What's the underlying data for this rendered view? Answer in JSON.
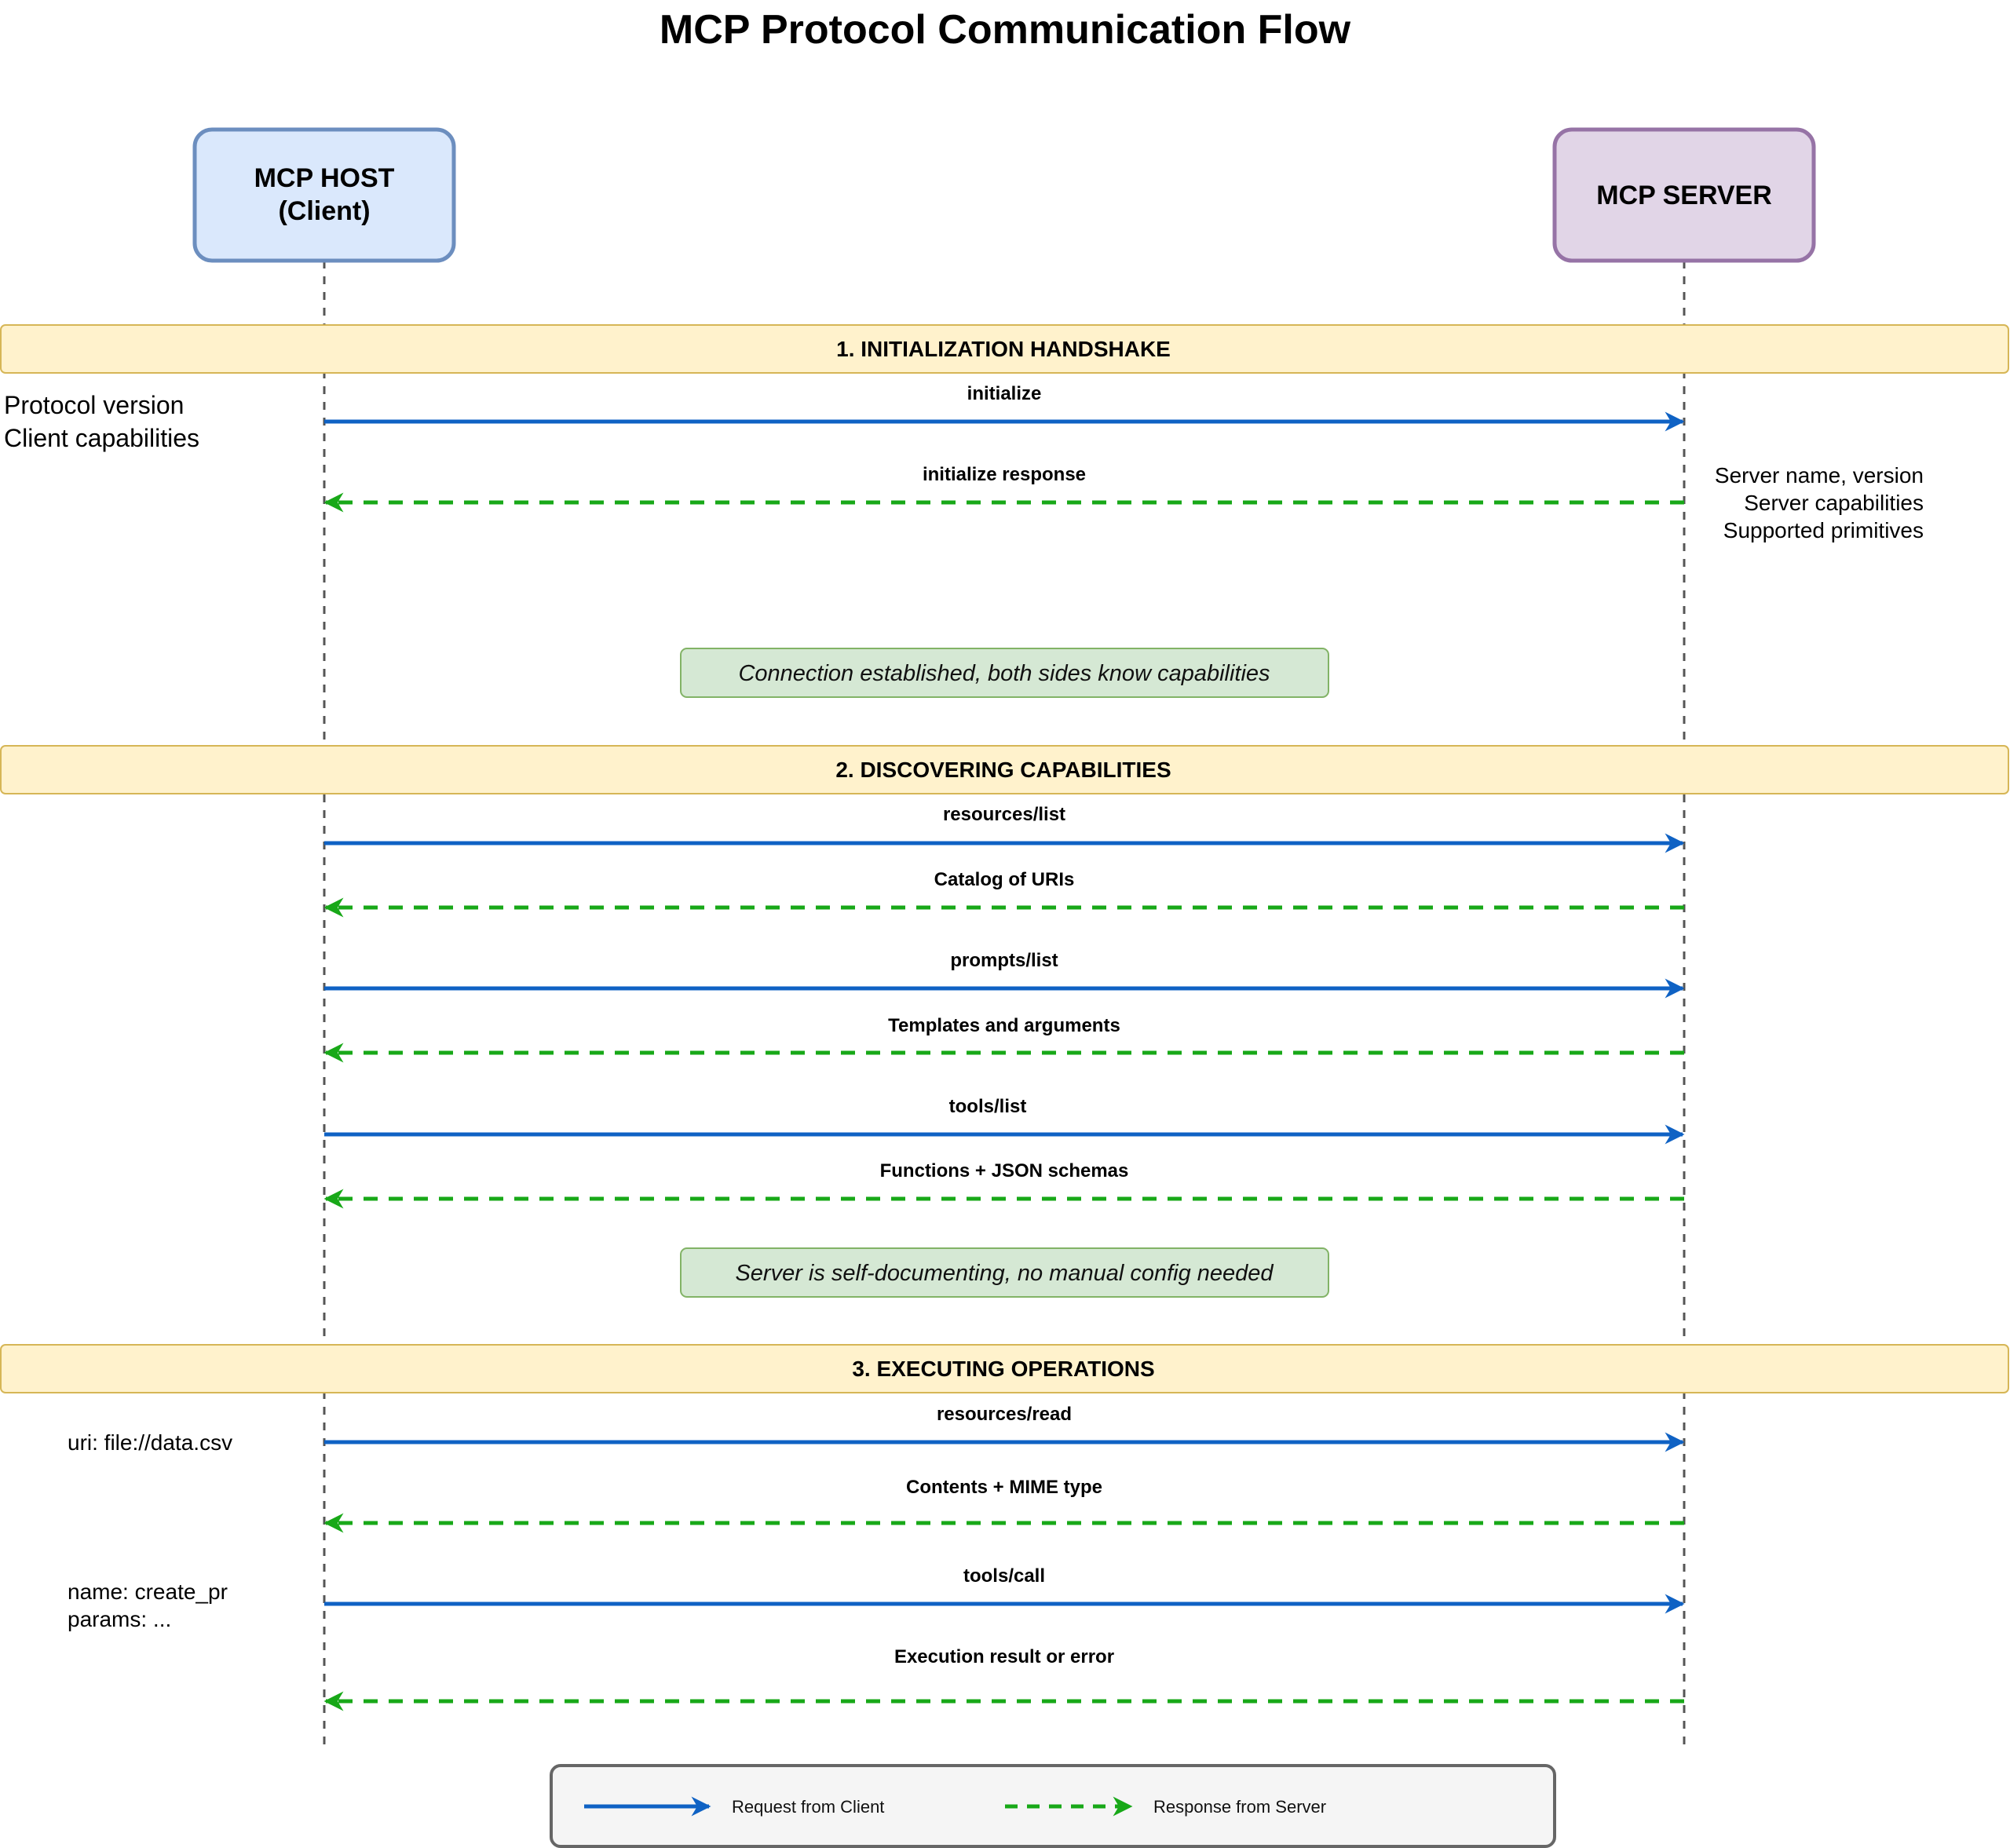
{
  "title": "MCP Protocol Communication Flow",
  "actors": {
    "host": {
      "line1": "MCP HOST",
      "line2": "(Client)"
    },
    "server": {
      "line1": "MCP SERVER"
    }
  },
  "phases": [
    {
      "label": "1. INITIALIZATION HANDSHAKE"
    },
    {
      "label": "2. DISCOVERING CAPABILITIES"
    },
    {
      "label": "3. EXECUTING OPERATIONS"
    }
  ],
  "messages": [
    {
      "label": "initialize",
      "kind": "request"
    },
    {
      "label": "initialize response",
      "kind": "response"
    },
    {
      "label": "resources/list",
      "kind": "request"
    },
    {
      "label": "Catalog of URIs",
      "kind": "response"
    },
    {
      "label": "prompts/list",
      "kind": "request"
    },
    {
      "label": "Templates and arguments",
      "kind": "response"
    },
    {
      "label": "tools/list",
      "kind": "request"
    },
    {
      "label": "Functions + JSON schemas",
      "kind": "response"
    },
    {
      "label": "resources/read",
      "kind": "request"
    },
    {
      "label": "Contents + MIME type",
      "kind": "response"
    },
    {
      "label": "tools/call",
      "kind": "request"
    },
    {
      "label": "Execution result or error",
      "kind": "response"
    }
  ],
  "side_notes": {
    "init_client": [
      "Protocol version",
      "Client capabilities"
    ],
    "init_server": [
      "Server name, version",
      "Server capabilities",
      "Supported primitives"
    ],
    "read_client": [
      "uri: file://data.csv"
    ],
    "call_client": [
      "name: create_pr",
      "params: ..."
    ]
  },
  "notes": [
    {
      "text": "Connection established, both sides know capabilities"
    },
    {
      "text": "Server is self-documenting, no manual config needed"
    }
  ],
  "legend": {
    "request": "Request from Client",
    "response": "Response from Server"
  },
  "colors": {
    "host_fill": "#dae8fc",
    "host_stroke": "#6c8ebf",
    "server_fill": "#e1d5e7",
    "server_stroke": "#9673a6",
    "phase_fill": "#fff2cc",
    "phase_stroke": "#d6b656",
    "note_fill": "#d5e8d4",
    "note_stroke": "#82b366",
    "request": "#0f62c4",
    "response": "#18a818",
    "legend_fill": "#f5f5f5",
    "legend_stroke": "#666666"
  }
}
